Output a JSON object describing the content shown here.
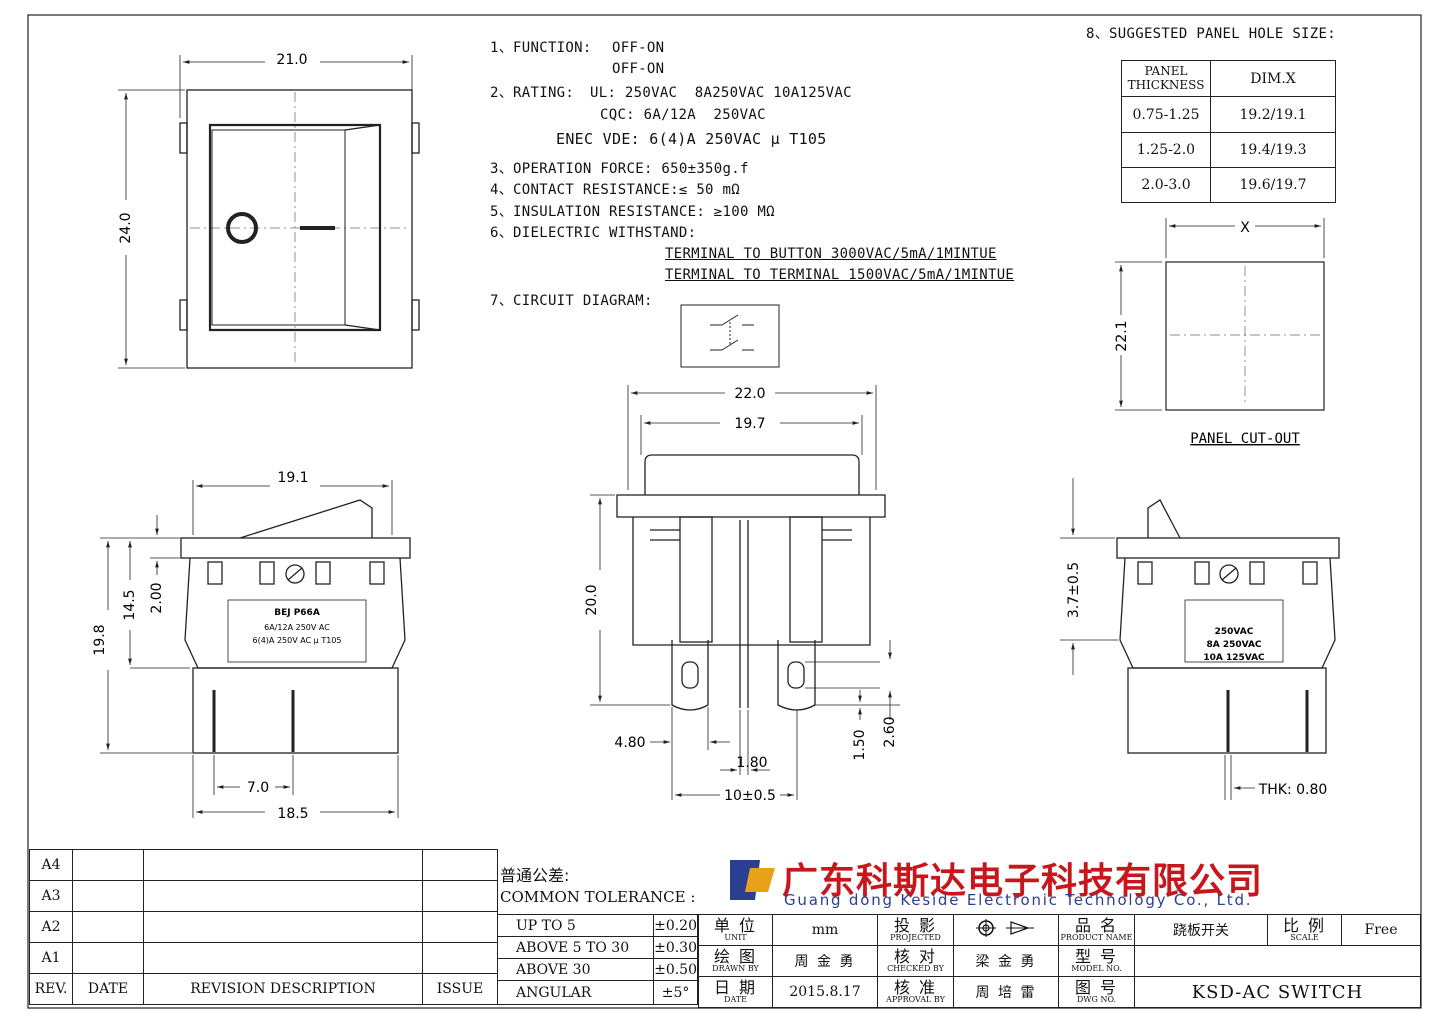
{
  "specs": {
    "function": {
      "label": "1、FUNCTION:",
      "values": [
        "OFF-ON",
        "OFF-ON"
      ]
    },
    "rating": {
      "label": "2、RATING:",
      "ul": "UL: 250VAC  8A250VAC 10A125VAC",
      "cqc": "CQC: 6A/12A  250VAC",
      "enec": "ENEC VDE: 6(4)A 250VAC μ T105"
    },
    "operation_force": "3、OPERATION FORCE: 650±350g.f",
    "contact_resistance": "4、CONTACT RESISTANCE:≤ 50 mΩ",
    "insulation_resistance": "5、INSULATION RESISTANCE: ≥100 MΩ",
    "dielectric": {
      "label": "6、DIELECTRIC WITHSTAND:",
      "line1": "TERMINAL TO BUTTON 3000VAC/5mA/1MINTUE",
      "line2": "TERMINAL TO TERMINAL 1500VAC/5mA/1MINTUE"
    },
    "circuit": "7、CIRCUIT DIAGRAM:",
    "panel_hole_title": "8、SUGGESTED PANEL HOLE SIZE:"
  },
  "panel_table": {
    "headers": [
      "PANEL THICKNESS",
      "DIM.X"
    ],
    "rows": [
      [
        "0.75-1.25",
        "19.2/19.1"
      ],
      [
        "1.25-2.0",
        "19.4/19.3"
      ],
      [
        "2.0-3.0",
        "19.6/19.7"
      ]
    ]
  },
  "panel_cutout": {
    "label": "PANEL CUT-OUT",
    "x_label": "X",
    "height": "22.1"
  },
  "dimensions": {
    "top_width": "21.0",
    "top_height": "24.0",
    "left_top": "19.1",
    "left_total": "19.8",
    "left_body": "14.5",
    "left_offset": "2.00",
    "left_pin_spacing": "7.0",
    "left_base": "18.5",
    "front_outer": "22.0",
    "front_inner": "19.7",
    "front_height": "20.0",
    "front_tab": "4.80",
    "front_gap": "1.80",
    "front_spacing": "10±0.5",
    "front_hole": "1.50",
    "front_tab_w": "2.60",
    "right_offset": "3.7±0.5",
    "right_thk": "THK: 0.80"
  },
  "labels": {
    "left_brand": "BEJ  P66A",
    "left_line1": "6A/12A 250V AC",
    "left_line2": "6(4)A 250V AC μ T105",
    "right_line1": "250VAC",
    "right_line2": "8A 250VAC",
    "right_line3": "10A 125VAC"
  },
  "title_block": {
    "rev_rows": [
      "A4",
      "A3",
      "A2",
      "A1"
    ],
    "rev_headers": {
      "rev": "REV.",
      "date": "DATE",
      "desc": "REVISION DESCRIPTION",
      "issue": "ISSUE"
    },
    "tolerance_cn": "普通公差:",
    "tolerance_en": "COMMON TOLERANCE :",
    "tolerances": [
      [
        "UP TO 5",
        "±0.20"
      ],
      [
        "ABOVE 5 TO 30",
        "±0.30"
      ],
      [
        "ABOVE 30",
        "±0.50"
      ],
      [
        "ANGULAR",
        "±5°"
      ]
    ],
    "company_cn": "广东科斯达电子科技有限公司",
    "company_en": "Guang dong Keside  Electronic Technology Co., Ltd.",
    "unit_cn": "单 位",
    "unit_en": "UNIT",
    "unit_value": "mm",
    "projected_cn": "投 影",
    "projected_en": "PROJECTED",
    "product_cn": "品 名",
    "product_en": "PRODUCT NAME",
    "product_value": "跷板开关",
    "scale_cn": "比 例",
    "scale_en": "SCALE",
    "scale_value": "Free",
    "drawn_cn": "绘 图",
    "drawn_en": "DRAWN BY",
    "drawn_value": "周 金 勇",
    "checked_cn": "核 对",
    "checked_en": "CHECKED BY",
    "checked_value": "梁 金 勇",
    "model_cn": "型 号",
    "model_en": "MODEL NO.",
    "model_value": "",
    "date_cn": "日 期",
    "date_en": "DATE",
    "date_value": "2015.8.17",
    "approval_cn": "核 准",
    "approval_en": "APPROVAL BY",
    "approval_value": "周 培 雷",
    "dwg_cn": "图 号",
    "dwg_en": "DWG NO.",
    "dwg_value": "KSD-AC SWITCH"
  }
}
